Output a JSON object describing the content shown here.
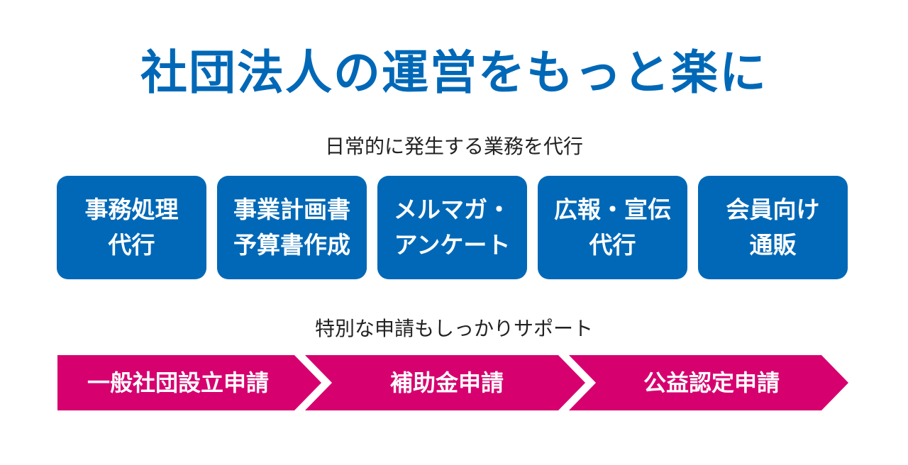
{
  "title": "社団法人の運営をもっと楽に",
  "section1": {
    "heading": "日常的に発生する業務を代行",
    "cards": [
      {
        "line1": "事務処理",
        "line2": "代行"
      },
      {
        "line1": "事業計画書",
        "line2": "予算書作成"
      },
      {
        "line1": "メルマガ・",
        "line2": "アンケート"
      },
      {
        "line1": "広報・宣伝",
        "line2": "代行"
      },
      {
        "line1": "会員向け",
        "line2": "通販"
      }
    ]
  },
  "section2": {
    "heading": "特別な申請もしっかりサポート",
    "steps": [
      "一般社団設立申請",
      "補助金申請",
      "公益認定申請"
    ]
  },
  "colors": {
    "blue": "#0068b7",
    "magenta": "#d6006f"
  }
}
